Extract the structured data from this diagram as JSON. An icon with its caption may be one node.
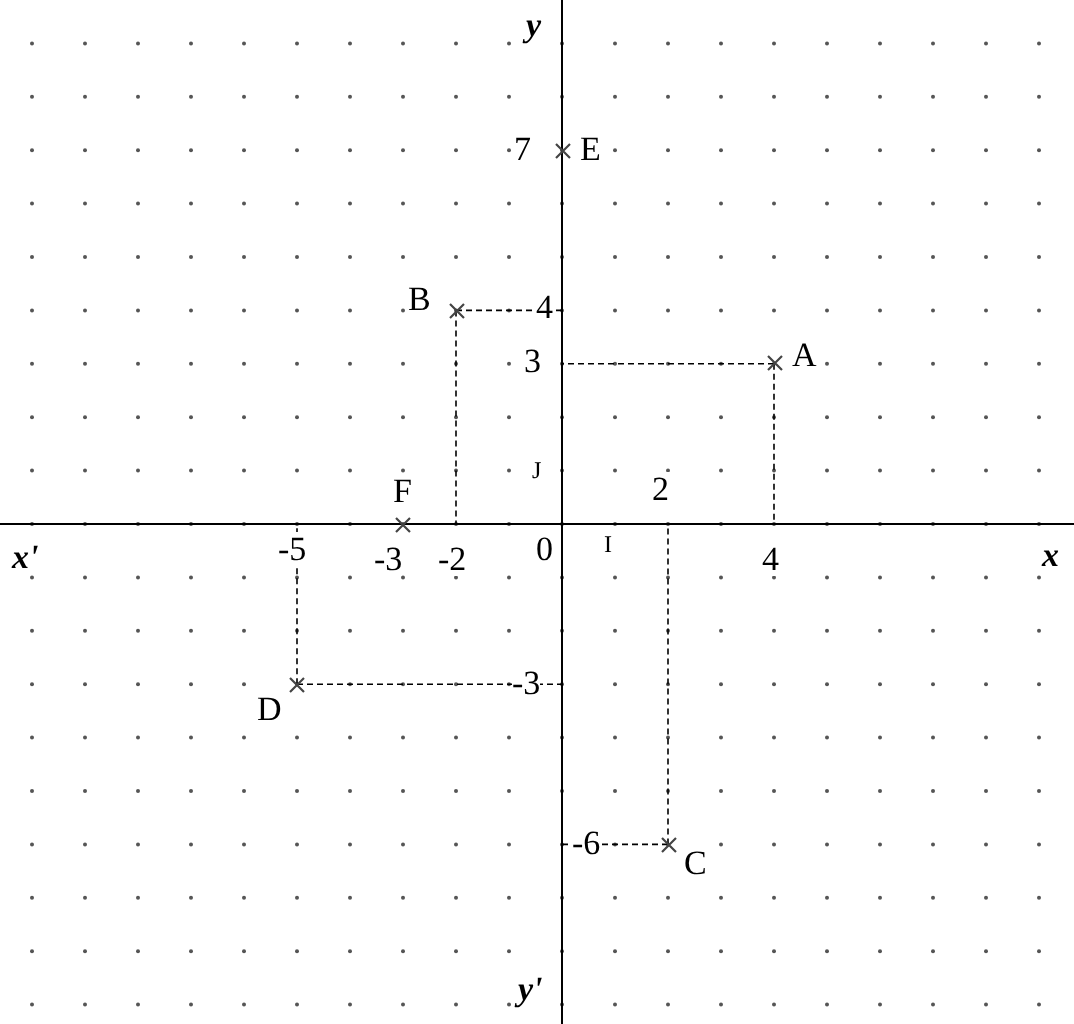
{
  "diagram": {
    "nodes": [
      {
        "text": [
          "E"
        ]
      },
      {
        "text": [
          "B"
        ]
      },
      {
        "text": [
          "A"
        ]
      },
      {
        "text": [
          "F"
        ]
      },
      {
        "text": [
          "D"
        ]
      },
      {
        "text": [
          "C"
        ]
      }
    ],
    "labels": [
      "y",
      "7",
      "4",
      "3",
      "J",
      "2",
      "x'",
      "-5",
      "-3",
      "-2",
      "0",
      "I",
      "4",
      "x",
      "-3",
      "-6",
      "y'"
    ]
  }
}
